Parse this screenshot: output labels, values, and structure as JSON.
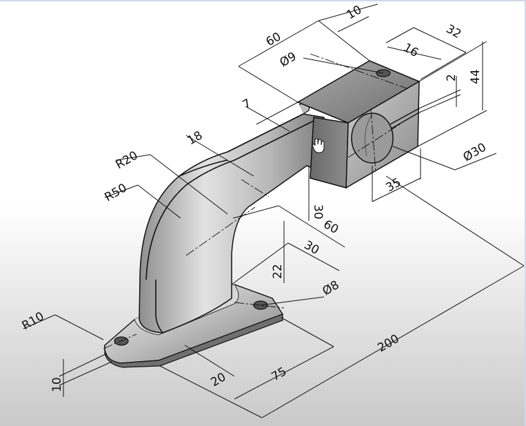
{
  "dimensions": {
    "d60_top": "60",
    "d10": "10",
    "d32": "32",
    "d16": "16",
    "phi9": "Ø9",
    "d2": "2",
    "d44": "44",
    "d7": "7",
    "d18": "18",
    "r20": "R20",
    "r50": "R50",
    "phi30": "Ø30",
    "d35": "35",
    "d30_vert": "30",
    "d60_mid": "60",
    "d30_mid": "30",
    "d22": "22",
    "phi8": "Ø8",
    "d200": "200",
    "r10": "R10",
    "d10_base": "10",
    "d20": "20",
    "d75": "75"
  },
  "colors": {
    "metal_light": "#f2f2f2",
    "metal_mid": "#b5b5b5",
    "metal_dark": "#6a6a6a",
    "ink": "#111111"
  },
  "icons": {
    "cursor": "hand-cursor-icon"
  }
}
